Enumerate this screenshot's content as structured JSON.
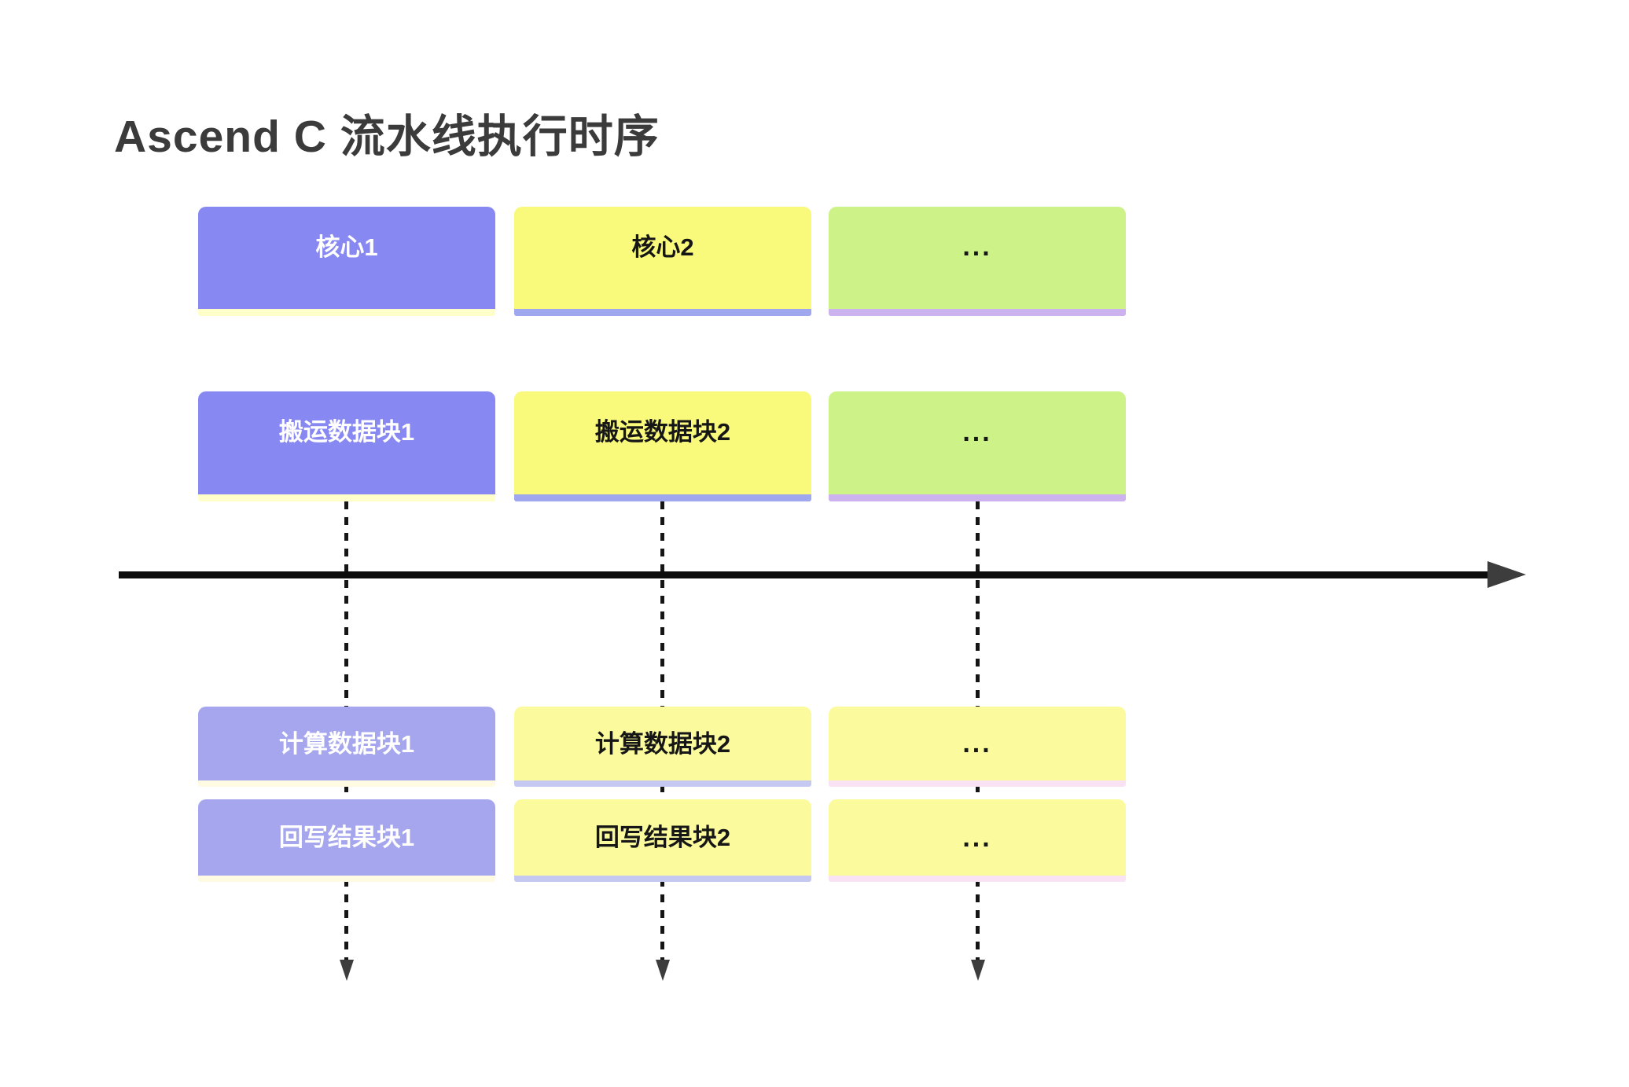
{
  "title": "Ascend C 流水线执行时序",
  "rows": [
    {
      "name": "cores",
      "boxes": [
        {
          "label": "核心1"
        },
        {
          "label": "核心2"
        },
        {
          "label": "..."
        }
      ]
    },
    {
      "name": "copy-in-blocks",
      "boxes": [
        {
          "label": "搬运数据块1"
        },
        {
          "label": "搬运数据块2"
        },
        {
          "label": "..."
        }
      ]
    },
    {
      "name": "compute-blocks",
      "boxes": [
        {
          "label": "计算数据块1"
        },
        {
          "label": "计算数据块2"
        },
        {
          "label": "..."
        }
      ]
    },
    {
      "name": "write-back-blocks",
      "boxes": [
        {
          "label": "回写结果块1"
        },
        {
          "label": "回写结果块2"
        },
        {
          "label": "..."
        }
      ]
    }
  ],
  "palette": {
    "box-purple": "#8888f2",
    "box-purple-light": "#a6a6ef",
    "box-yellow": "#f9f97c",
    "box-yellow-pale": "#fbfb9d",
    "box-green": "#cdf287",
    "strip-cream": "#feffc9",
    "strip-cream-pale": "#fffbe3",
    "strip-periwinkle": "#9fa7ee",
    "strip-periwinkle-pale": "#c5c9f2",
    "strip-lavender": "#ccb2ee",
    "strip-pink-pale": "#f8e2f4",
    "ink": "#161616",
    "title-ink": "#3b3b3b",
    "arrow-gray": "#3d3d3d",
    "dash-black": "#151515",
    "axis-black": "#0c0c0c"
  }
}
